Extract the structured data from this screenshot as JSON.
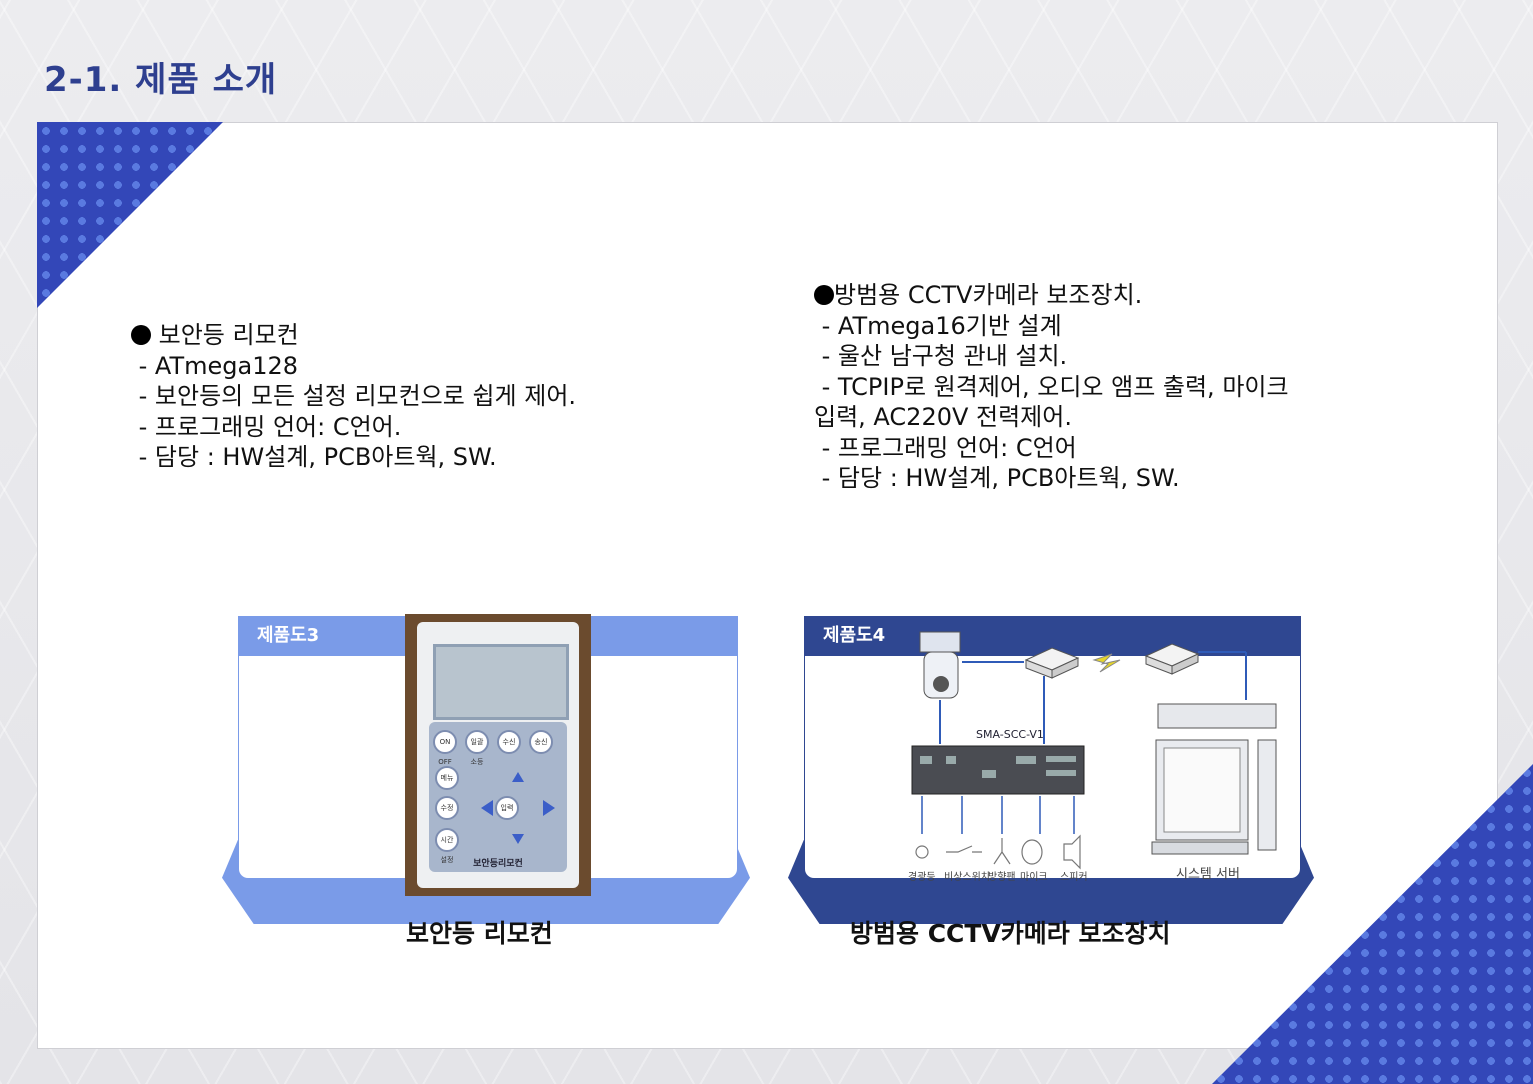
{
  "page_title": "2-1. 제품 소개",
  "left_block": {
    "heading": " 보안등 리모컨",
    "lines": [
      " - ATmega128",
      " - 보안등의 모든 설정 리모컨으로 쉽게 제어.",
      " - 프로그래밍 언어: C언어.",
      " - 담당 : HW설계, PCB아트웍, SW."
    ]
  },
  "right_block": {
    "heading": "방범용 CCTV카메라 보조장치.",
    "lines": [
      " - ATmega16기반 설계",
      " - 울산 남구청 관내 설치.",
      " - TCPIP로 원격제어, 오디오 앰프 출력, 마이크",
      "입력, AC220V 전력제어.",
      " - 프로그래밍 언어: C언어",
      " - 담당 : HW설계, PCB아트웍, SW."
    ]
  },
  "figure_left": {
    "tag": "제품도3",
    "caption": "보안등 리모컨",
    "device": {
      "keys": [
        "ON OFF",
        "일괄 소등",
        "수신",
        "송신",
        "메뉴",
        "수정",
        "입력",
        "시간 설정"
      ],
      "label": "보안등리모컨"
    }
  },
  "figure_right": {
    "tag": "제품도4",
    "caption": "방범용 CCTV카메라 보조장치",
    "diagram": {
      "board_label": "SMA-SCC-V1",
      "peripherals": [
        "경광등",
        "비상스위치",
        "방향팬",
        "마이크",
        "스피커"
      ],
      "server_label": "시스템 서버"
    }
  }
}
